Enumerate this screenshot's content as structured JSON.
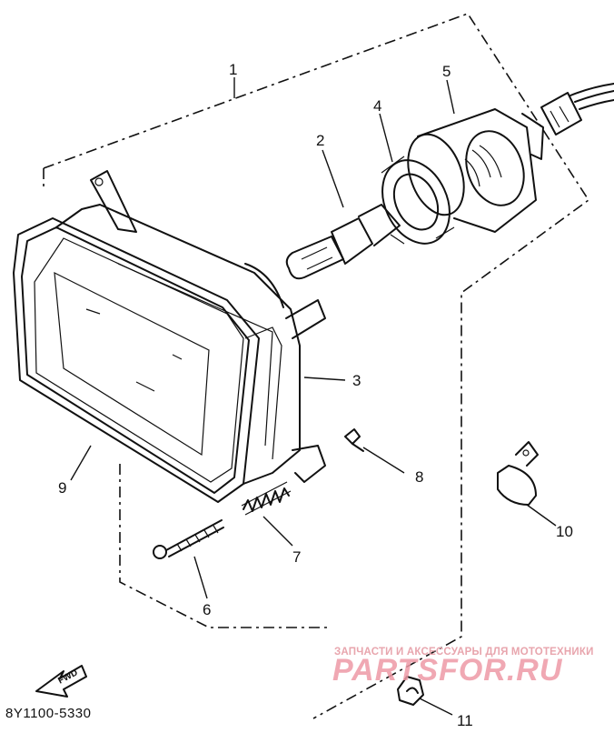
{
  "diagram": {
    "callouts": [
      "1",
      "2",
      "3",
      "4",
      "5",
      "6",
      "7",
      "8",
      "9",
      "10",
      "11"
    ],
    "fwd_label": "FWD",
    "diagram_code": "8Y1100-5330"
  },
  "watermark": {
    "tagline": "ЗАПЧАСТИ И АКСЕССУАРЫ ДЛЯ МОТОТЕХНИКИ",
    "brand": "PARTSFOR.RU"
  }
}
